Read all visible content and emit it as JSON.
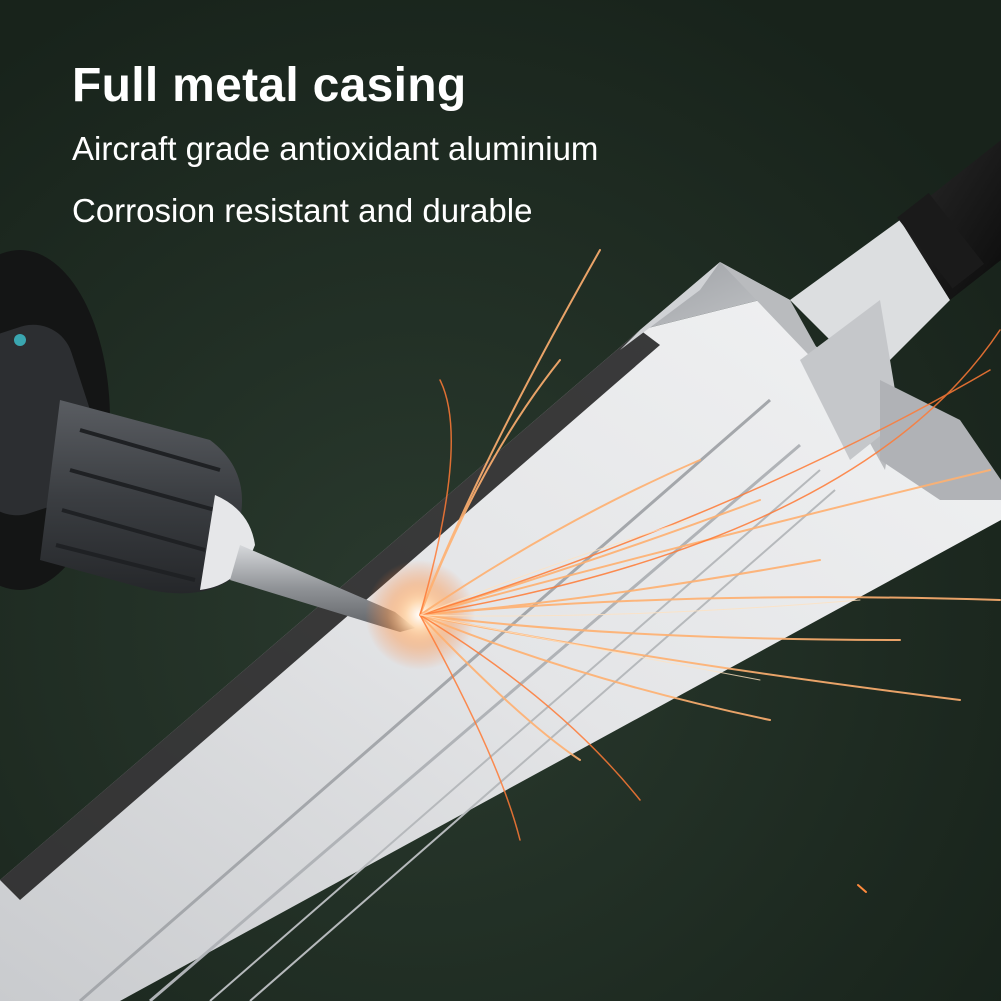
{
  "product_image": {
    "headline": "Full metal casing",
    "features": [
      "Aircraft grade antioxidant aluminium",
      "Corrosion resistant and durable"
    ]
  },
  "colors": {
    "background": "#1e2b22",
    "casing": "#d9dadc",
    "drill_body": "#3a3c40",
    "spark": "#ffb070",
    "text": "#ffffff"
  }
}
